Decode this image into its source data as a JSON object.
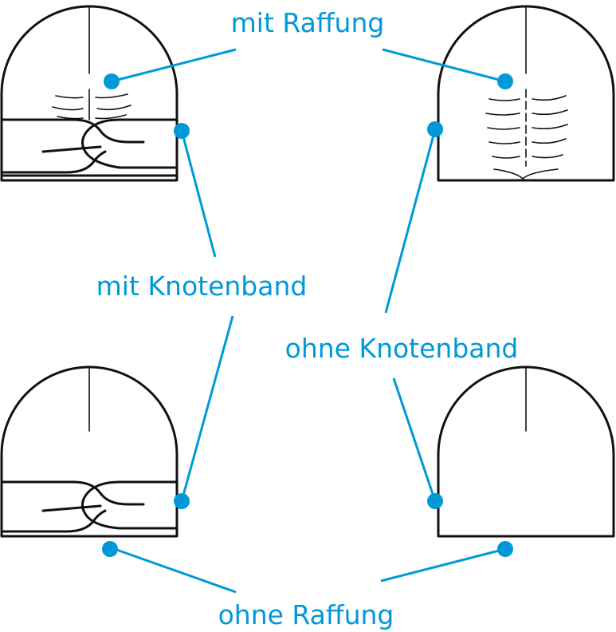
{
  "colors": {
    "accent": "#0099d8",
    "outline": "#111111",
    "background": "#ffffff"
  },
  "labels": {
    "with_gathering": "mit Raffung",
    "with_knot_band": "mit Knotenband",
    "without_knot_band": "ohne Knotenband",
    "without_gathering": "ohne Raffung"
  },
  "hats": [
    {
      "id": "top-left",
      "gathering": true,
      "knot_band": true
    },
    {
      "id": "top-right",
      "gathering": true,
      "knot_band": false
    },
    {
      "id": "bottom-left",
      "gathering": false,
      "knot_band": true
    },
    {
      "id": "bottom-right",
      "gathering": false,
      "knot_band": false
    }
  ]
}
